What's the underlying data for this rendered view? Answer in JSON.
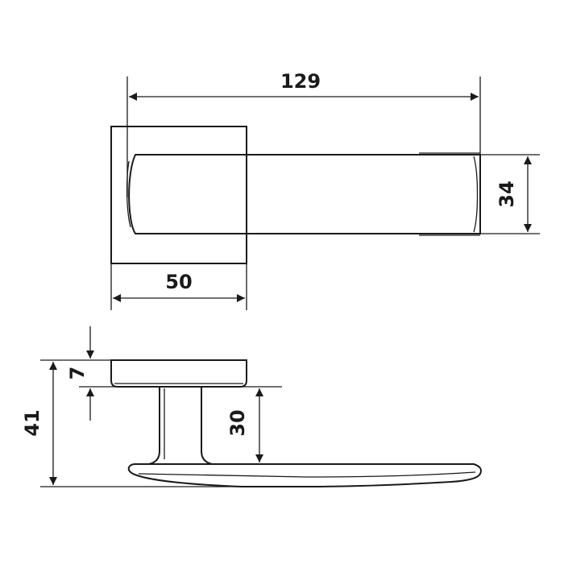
{
  "drawing": {
    "top_view": {
      "overall_length": "129",
      "lever_height": "34",
      "rose_width": "50"
    },
    "side_view": {
      "rose_thickness": "7",
      "neck_height": "30",
      "overall_height": "41"
    },
    "color": "#1a1a1a"
  }
}
